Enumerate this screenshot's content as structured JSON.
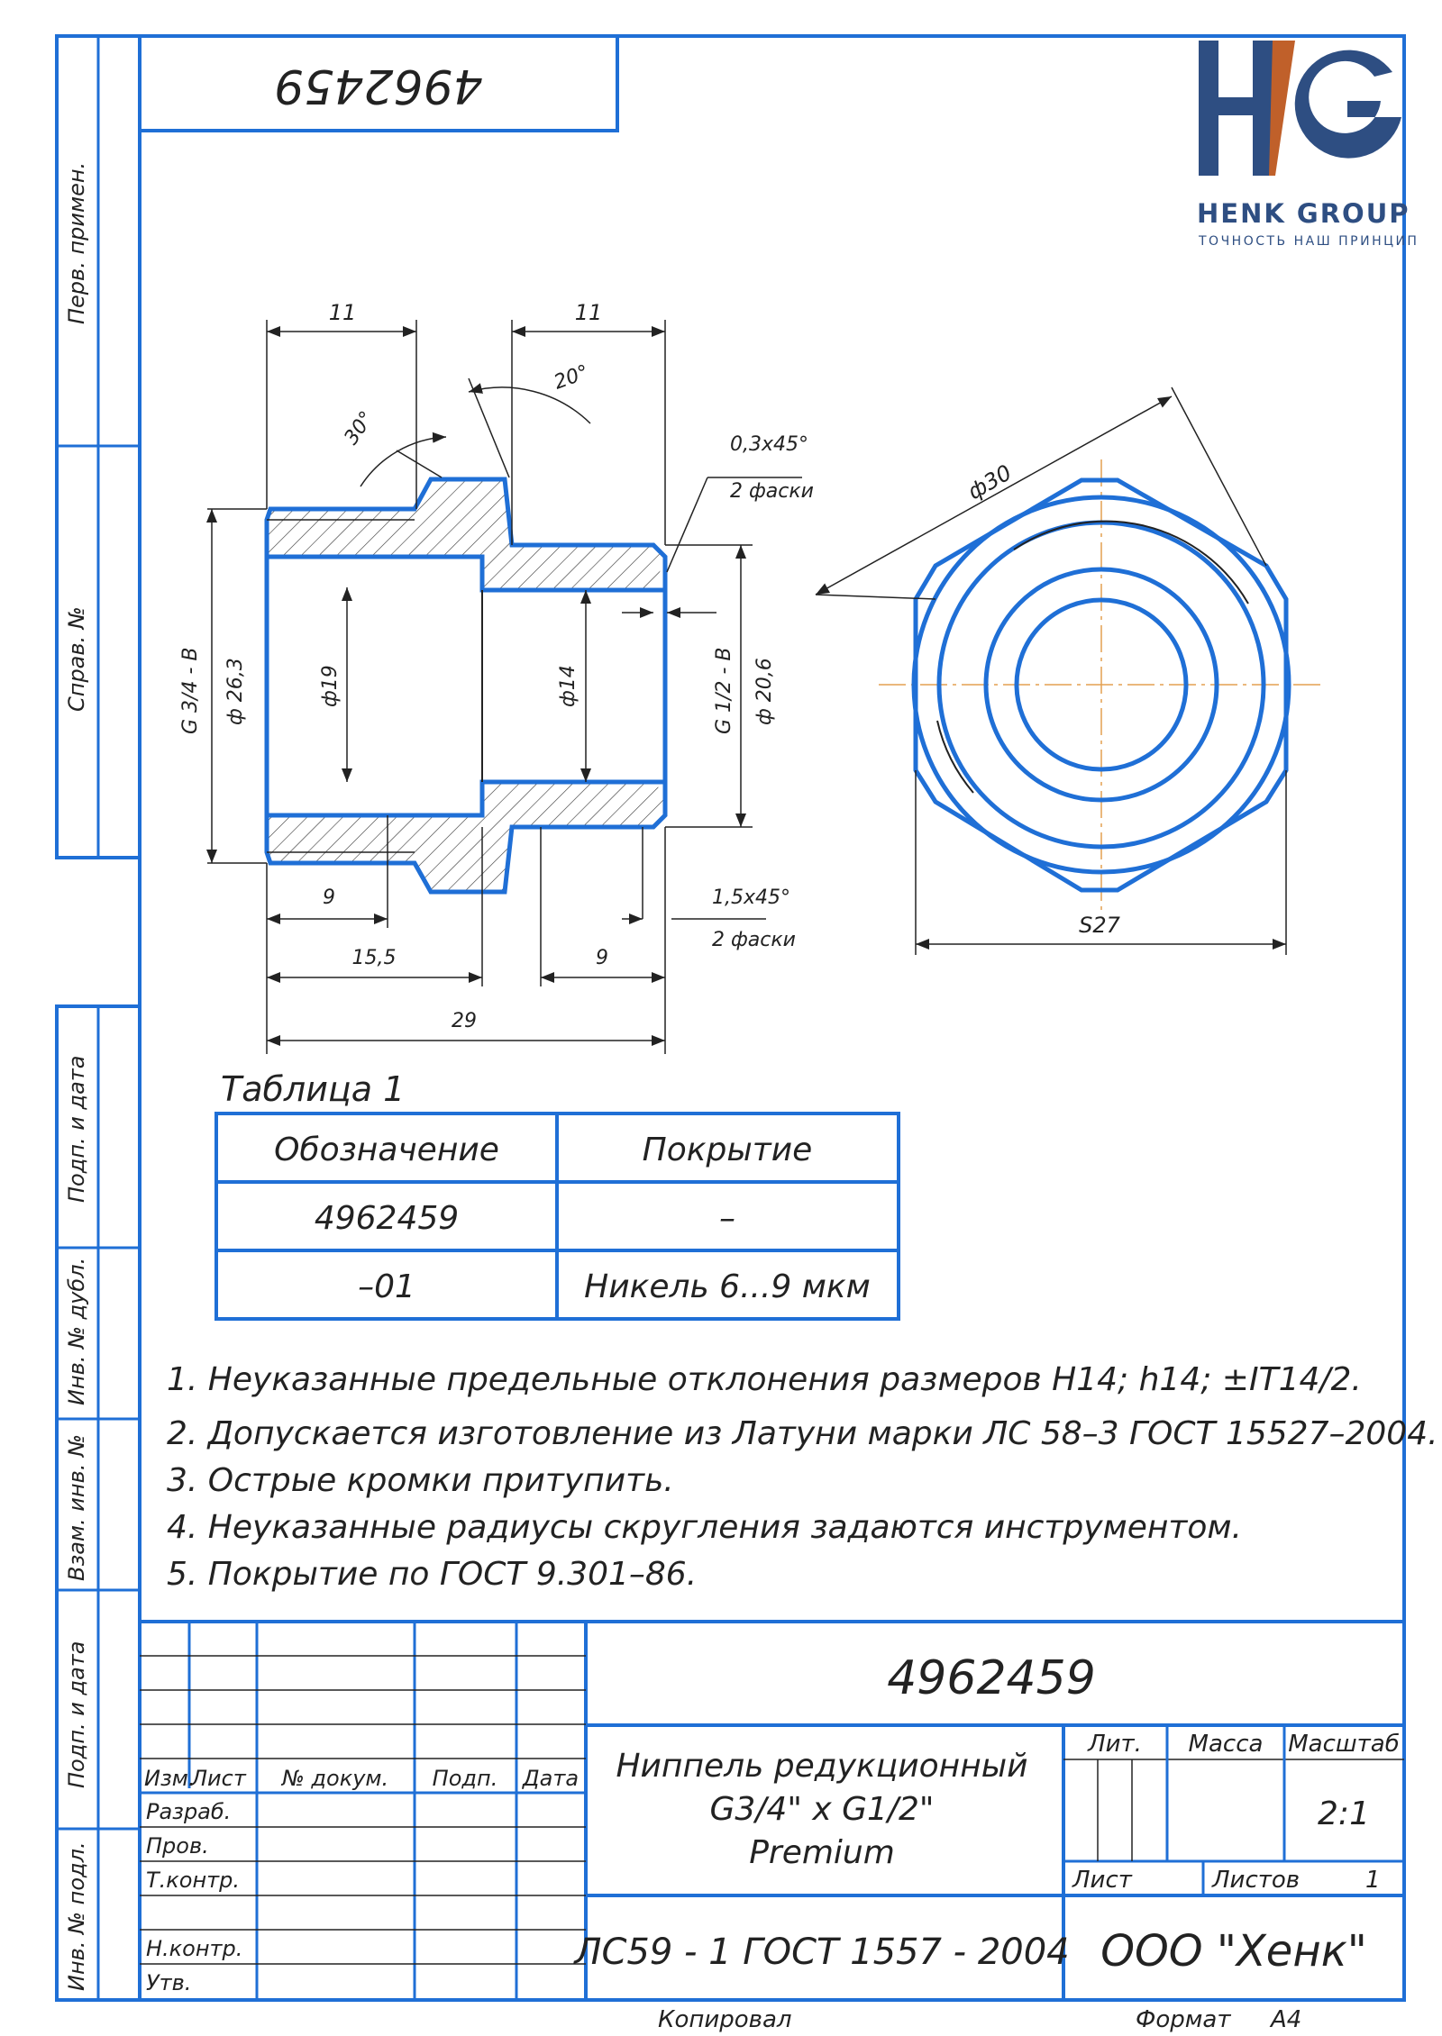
{
  "logo": {
    "brand": "HENK GROUP",
    "tagline": "ТОЧНОСТЬ НАШ ПРИНЦИП",
    "colors": {
      "h": "#2e4e82",
      "bar": "#c0602a",
      "g": "#2e4e82"
    }
  },
  "rotated_number": "4962459",
  "side_labels": [
    "Перв. примен.",
    "Справ. №",
    "Подп. и дата",
    "Инв. № дубл.",
    "Взам. инв. №",
    "Подп. и дата",
    "Инв. № подл."
  ],
  "dimensions": {
    "top_left": "11",
    "top_right": "11",
    "angle_30": "30°",
    "angle_20": "20°",
    "chamfer_top": "0,3x45°",
    "chamfer_top_note": "2 фаски",
    "thread_left": "G 3/4 - B",
    "dia_26": "ф 26,3",
    "dia_19": "ф19",
    "dia_14": "ф14",
    "thread_right": "G 1/2 - B",
    "dia_20": "ф 20,6",
    "bottom_9_left": "9",
    "bottom_15": "15,5",
    "bottom_9_right": "9",
    "bottom_29": "29",
    "chamfer_bottom": "1,5x45°",
    "chamfer_bottom_note": "2 фаски",
    "dia_30": "ф30",
    "hex": "S27"
  },
  "table": {
    "caption": "Таблица 1",
    "headers": [
      "Обозначение",
      "Покрытие"
    ],
    "rows": [
      [
        "4962459",
        "–"
      ],
      [
        "–01",
        "Никель 6...9 мкм"
      ]
    ]
  },
  "notes": [
    "1. Неуказанные предельные отклонения размеров H14;  h14;  ±IT14/2.",
    "2. Допускается изготовление из Латуни марки ЛС 58–3 ГОСТ 15527–2004.",
    "3. Острые кромки притупить.",
    "4. Неуказанные радиусы скругления задаются инструментом.",
    "5. Покрытие по ГОСТ 9.301–86."
  ],
  "stamp": {
    "designation": "4962459",
    "title_line1": "Ниппель редукционный",
    "title_line2": "G3/4\" x G1/2\"",
    "title_line3": "Premium",
    "material": "ЛС59 - 1 ГОСТ 1557 - 2004",
    "company": "ООО \"Хенк\"",
    "col_izm": "Изм.",
    "col_list": "Лист",
    "col_doc": "№ докум.",
    "col_podp": "Подп.",
    "col_date": "Дата",
    "razrab": "Разраб.",
    "prov": "Пров.",
    "tkontr": "Т.контр.",
    "nkontr": "Н.контр.",
    "utv": "Утв.",
    "lit": "Лит.",
    "massa": "Масса",
    "masshtab": "Масштаб",
    "scale": "2:1",
    "list_label": "Лист",
    "listov_label": "Листов",
    "listov": "1",
    "copied": "Копировал",
    "format_label": "Формат",
    "format": "A4"
  }
}
